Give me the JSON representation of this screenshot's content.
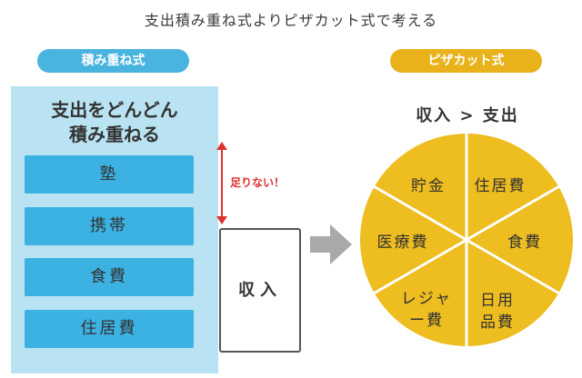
{
  "title": "支出積み重ね式よりピザカット式で考える",
  "left": {
    "label": "積み重ね式",
    "heading_line1": "支出をどんどん",
    "heading_line2": "積み重ねる",
    "items": [
      "塾",
      "携帯",
      "食費",
      "住居費"
    ],
    "shortfall_note": "足りない！",
    "income_box": "収入"
  },
  "right": {
    "label": "ピザカット式",
    "comparison": "収入 > 支出",
    "slices": [
      "貯金",
      "住居費",
      "食費",
      "日用品費",
      "レジャー費",
      "医療費"
    ]
  },
  "colors": {
    "left_accent": "#49b4e0",
    "left_panel": "#b9e2f2",
    "left_items": "#3bb2e2",
    "right_accent": "#e9b21b",
    "pie_fill": "#eebd1f",
    "warning": "#e03030"
  }
}
